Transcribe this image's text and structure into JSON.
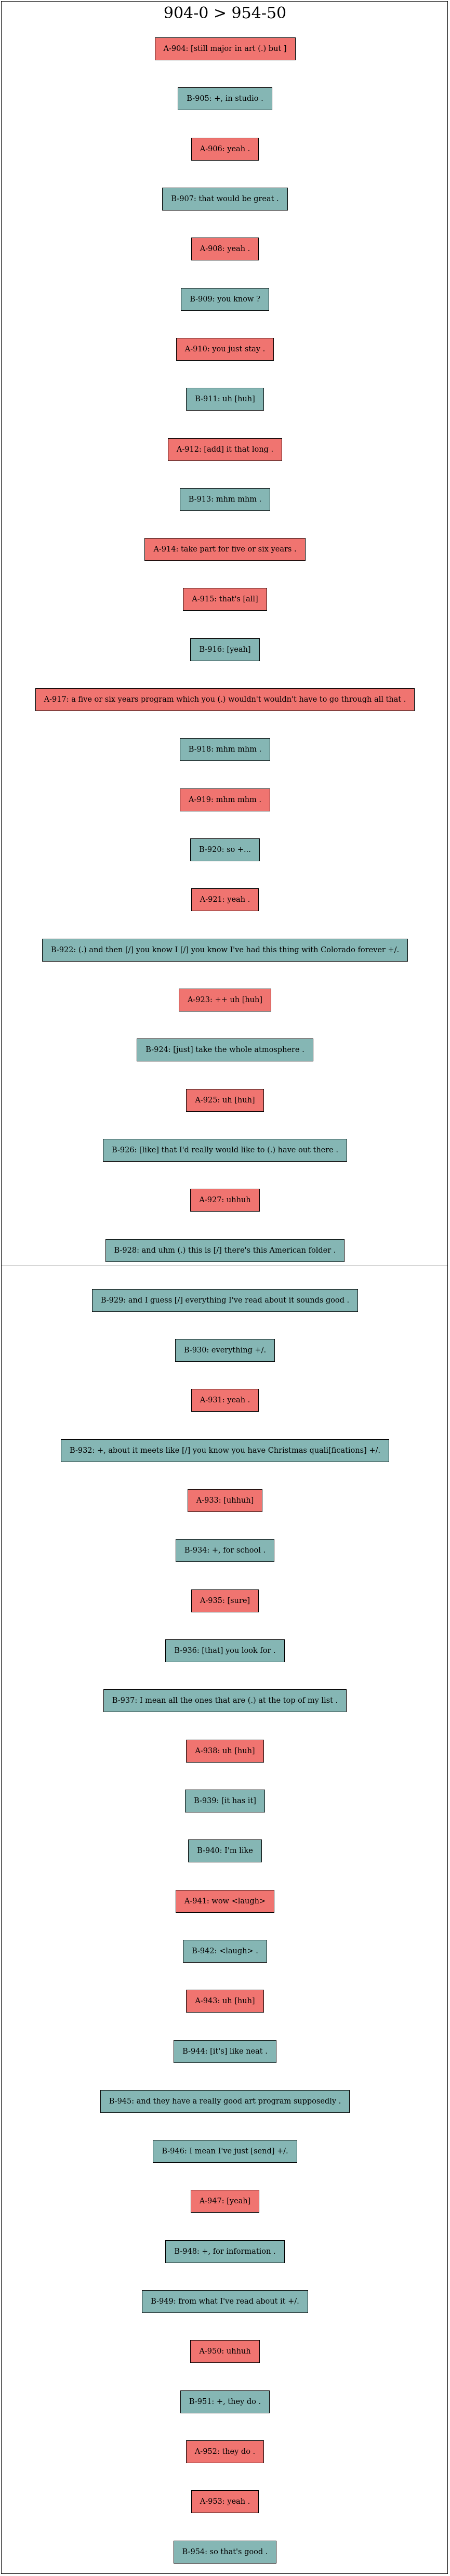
{
  "title": "904-0 > 954-50",
  "colors": {
    "speaker_A": "#f07470",
    "speaker_B": "#85b6b4",
    "border": "#000000"
  },
  "turns": [
    {
      "speaker": "A",
      "text": "A-904: [still major in art (.) but ]"
    },
    {
      "speaker": "B",
      "text": "B-905: +, in studio ."
    },
    {
      "speaker": "A",
      "text": "A-906: yeah ."
    },
    {
      "speaker": "B",
      "text": "B-907: that would be great ."
    },
    {
      "speaker": "A",
      "text": "A-908: yeah ."
    },
    {
      "speaker": "B",
      "text": "B-909: you know ?"
    },
    {
      "speaker": "A",
      "text": "A-910: you just stay ."
    },
    {
      "speaker": "B",
      "text": "B-911: uh [huh]"
    },
    {
      "speaker": "A",
      "text": "A-912: [add] it that long ."
    },
    {
      "speaker": "B",
      "text": "B-913: mhm mhm ."
    },
    {
      "speaker": "A",
      "text": "A-914: take part for five or six years ."
    },
    {
      "speaker": "A",
      "text": "A-915: that's [all]"
    },
    {
      "speaker": "B",
      "text": "B-916: [yeah]"
    },
    {
      "speaker": "A",
      "text": "A-917: a five or six years program which you (.) wouldn't wouldn't have to go through all that ."
    },
    {
      "speaker": "B",
      "text": "B-918: mhm mhm ."
    },
    {
      "speaker": "A",
      "text": "A-919: mhm mhm ."
    },
    {
      "speaker": "B",
      "text": "B-920: so +..."
    },
    {
      "speaker": "A",
      "text": "A-921: yeah ."
    },
    {
      "speaker": "B",
      "text": "B-922: (.) and then [/] you know I [/] you know I've had this thing with Colorado forever +/."
    },
    {
      "speaker": "A",
      "text": "A-923: ++ uh [huh]"
    },
    {
      "speaker": "B",
      "text": "B-924: [just] take the whole atmosphere ."
    },
    {
      "speaker": "A",
      "text": "A-925: uh [huh]"
    },
    {
      "speaker": "B",
      "text": "B-926: [like] that I'd really would like to (.) have out there ."
    },
    {
      "speaker": "A",
      "text": "A-927: uhhuh"
    },
    {
      "speaker": "B",
      "text": "B-928: and uhm (.) this is [/] there's this American folder ."
    },
    {
      "speaker": "B",
      "text": "B-929: and I guess [/] everything I've read about it sounds good ."
    },
    {
      "speaker": "B",
      "text": "B-930: everything +/."
    },
    {
      "speaker": "A",
      "text": "A-931: yeah ."
    },
    {
      "speaker": "B",
      "text": "B-932: +, about it meets like [/] you know you have Christmas quali[fications] +/."
    },
    {
      "speaker": "A",
      "text": "A-933: [uhhuh]"
    },
    {
      "speaker": "B",
      "text": "B-934: +, for school ."
    },
    {
      "speaker": "A",
      "text": "A-935: [sure]"
    },
    {
      "speaker": "B",
      "text": "B-936: [that] you look for ."
    },
    {
      "speaker": "B",
      "text": "B-937: I mean all the ones that are (.) at the top of my list ."
    },
    {
      "speaker": "A",
      "text": "A-938: uh [huh]"
    },
    {
      "speaker": "B",
      "text": "B-939: [it has it]"
    },
    {
      "speaker": "B",
      "text": "B-940: I'm like"
    },
    {
      "speaker": "A",
      "text": "A-941: wow <laugh>"
    },
    {
      "speaker": "B",
      "text": "B-942: <laugh> ."
    },
    {
      "speaker": "A",
      "text": "A-943: uh [huh]"
    },
    {
      "speaker": "B",
      "text": "B-944: [it's] like neat ."
    },
    {
      "speaker": "B",
      "text": "B-945: and they have a really good art program supposedly ."
    },
    {
      "speaker": "B",
      "text": "B-946: I mean I've just [send] +/."
    },
    {
      "speaker": "A",
      "text": "A-947: [yeah]"
    },
    {
      "speaker": "B",
      "text": "B-948: +, for information ."
    },
    {
      "speaker": "B",
      "text": "B-949: from what I've read about it +/."
    },
    {
      "speaker": "A",
      "text": "A-950: uhhuh"
    },
    {
      "speaker": "B",
      "text": "B-951: +, they do ."
    },
    {
      "speaker": "A",
      "text": "A-952: they do ."
    },
    {
      "speaker": "A",
      "text": "A-953: yeah ."
    },
    {
      "speaker": "B",
      "text": "B-954: so that's good ."
    }
  ]
}
